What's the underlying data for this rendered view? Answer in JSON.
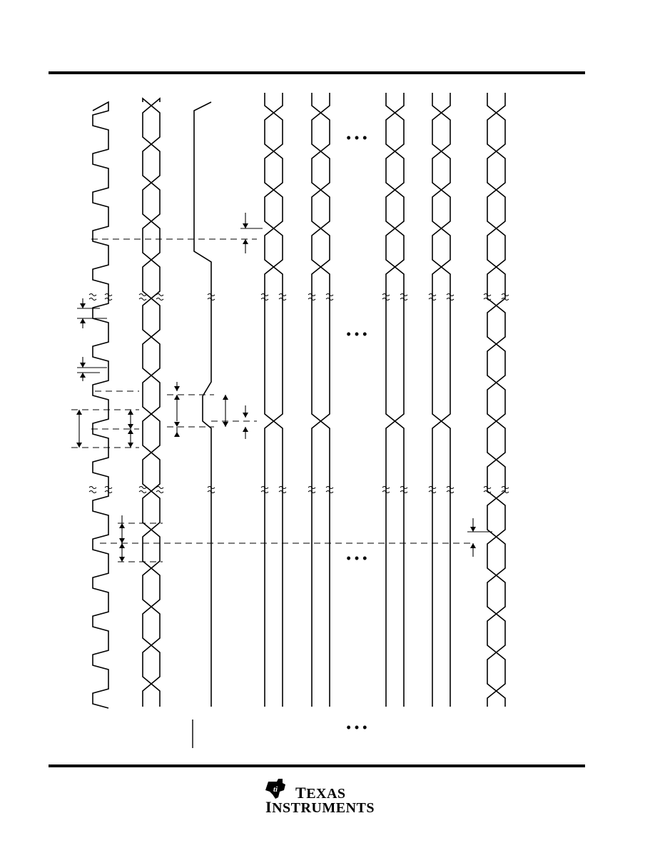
{
  "footer": {
    "brand_line1_cap": "T",
    "brand_line1_rest": "EXAS",
    "brand_line2_cap": "I",
    "brand_line2_rest": "NSTRUMENTS"
  },
  "diagram": {
    "ellipsis": "• • •"
  },
  "colors": {
    "ink": "#000000",
    "paper": "#ffffff"
  }
}
